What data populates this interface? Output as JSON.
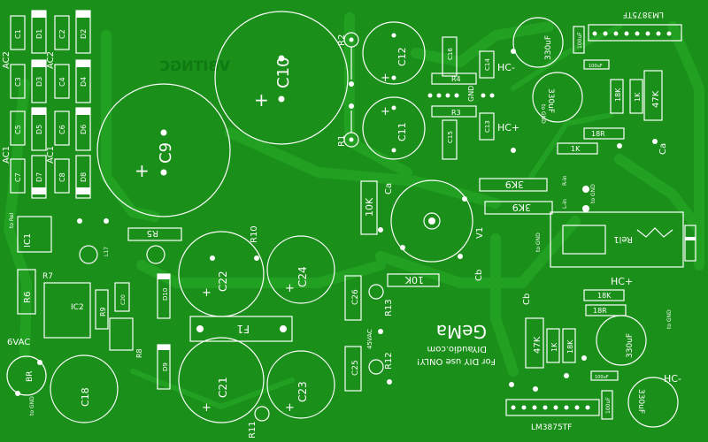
{
  "colors": {
    "board": "#1a8f1a",
    "trace": "#22a022",
    "silk": "#ffffff",
    "mirror": "#0e7a12"
  },
  "diodes": [
    "D1",
    "D2",
    "D3",
    "D4",
    "D5",
    "D6",
    "D7",
    "D8"
  ],
  "caps_small": [
    "C1",
    "C2",
    "C3",
    "C4",
    "C5",
    "C6",
    "C7",
    "C8"
  ],
  "ac_labels": [
    "AC2",
    "AC2",
    "AC1",
    "AC1"
  ],
  "big_caps": {
    "c9": "C9",
    "c10": "C10",
    "c11": "C11",
    "c12": "C12",
    "c18": "C18",
    "c21": "C21",
    "c22": "C22",
    "c23": "C23",
    "c24": "C24"
  },
  "resistors": {
    "r1": "R1",
    "r2": "R2",
    "r3": "R3",
    "r4": "R4",
    "r5": "R5",
    "r6": "R6",
    "r7": "R7",
    "r8": "R8",
    "r9": "R9",
    "r10": "R10",
    "r11": "R11",
    "r12": "R12",
    "r13": "R13"
  },
  "misc": {
    "ic1": "IC1",
    "ic2": "IC2",
    "br": "BR",
    "f1": "F1",
    "rel1": "Rel1",
    "v1": "V1",
    "d9": "D9",
    "d10": "D10",
    "c20": "C20",
    "c13": "C13",
    "c14": "C14",
    "c15": "C15",
    "c16": "C16",
    "c25": "C25",
    "c26": "C26",
    "ca": "Ca",
    "cb": "Cb",
    "gnd": "GND",
    "hc_plus": "HC+",
    "hc_minus": "HC-",
    "to_gnd": "to GND",
    "to_rel": "to Rel",
    "to_gnd_rot": "to GND",
    "vac6": "6VAC",
    "vac45": "45VAC",
    "l17": "L17",
    "rin": "R-in",
    "lin": "L-in"
  },
  "values": {
    "r3k9a": "3K9",
    "r3k9b": "3K9",
    "r10k": "10K",
    "r10k_b": "10K",
    "r18k": "18K",
    "r18r": "18R",
    "r1k": "1K",
    "r47k": "47K",
    "c330": "330uF",
    "c100": "100uF",
    "lm": "LM3875TF",
    "r18k_b": "18K",
    "r18r_b": "18R",
    "r1k_b": "1K",
    "r47k_b": "47K",
    "c330_b": "330uF",
    "c100_b": "100uF",
    "lm_b": "LM3875TF",
    "r1k2": "1K",
    "r1k2_b": "1K"
  },
  "branding": {
    "gema": "GeMa",
    "site": "DIYaudio.com",
    "use": "For DIY use ONLY!",
    "mirror_top": "VBITNGC"
  }
}
